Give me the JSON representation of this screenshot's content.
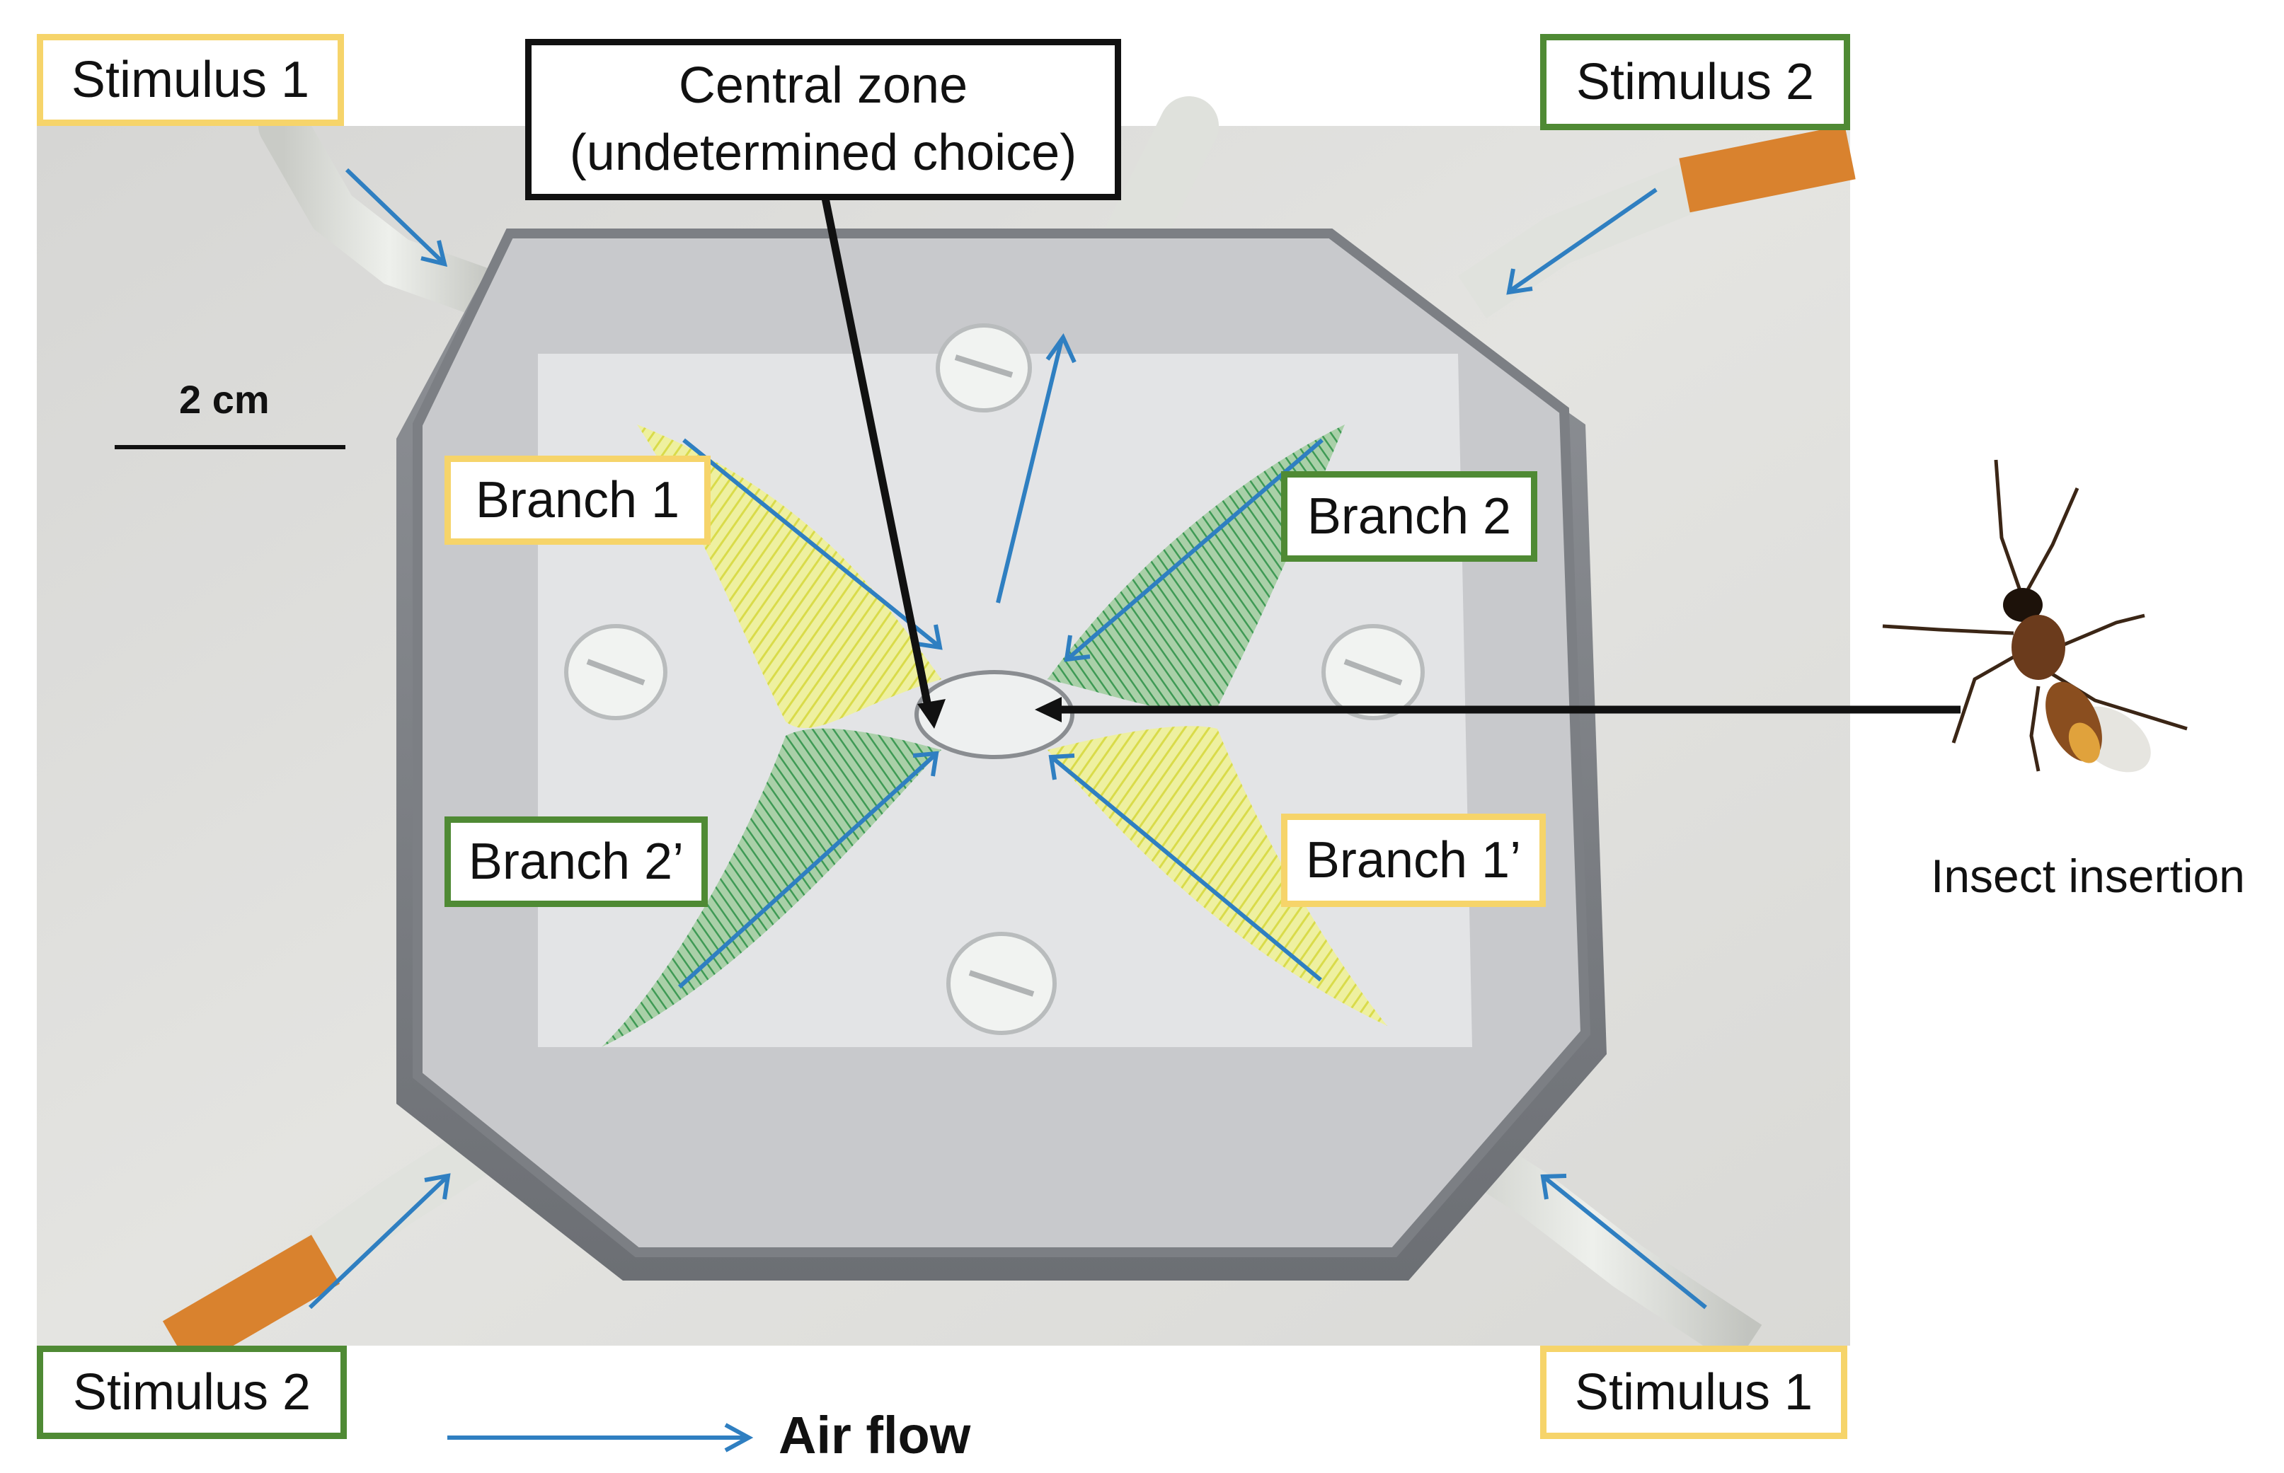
{
  "labels": {
    "stim1_tl": "Stimulus 1",
    "stim2_tr": "Stimulus 2",
    "stim2_bl": "Stimulus 2",
    "stim1_br": "Stimulus 1",
    "central_line1": "Central zone",
    "central_line2": "(undetermined choice)",
    "branch1": "Branch 1",
    "branch2": "Branch 2",
    "branch2p": "Branch 2’",
    "branch1p": "Branch 1’",
    "scale": "2 cm",
    "insect": "Insect insertion",
    "airflow": "Air flow"
  },
  "colors": {
    "stimulus1": "#f6d46a",
    "stimulus2": "#4f8a34",
    "airflow_arrow": "#2f7fc1",
    "pointer_arrow": "#111111"
  },
  "icons": {
    "insect": "parasitoid-wasp-icon",
    "screw": "nylon-screw-icon"
  }
}
